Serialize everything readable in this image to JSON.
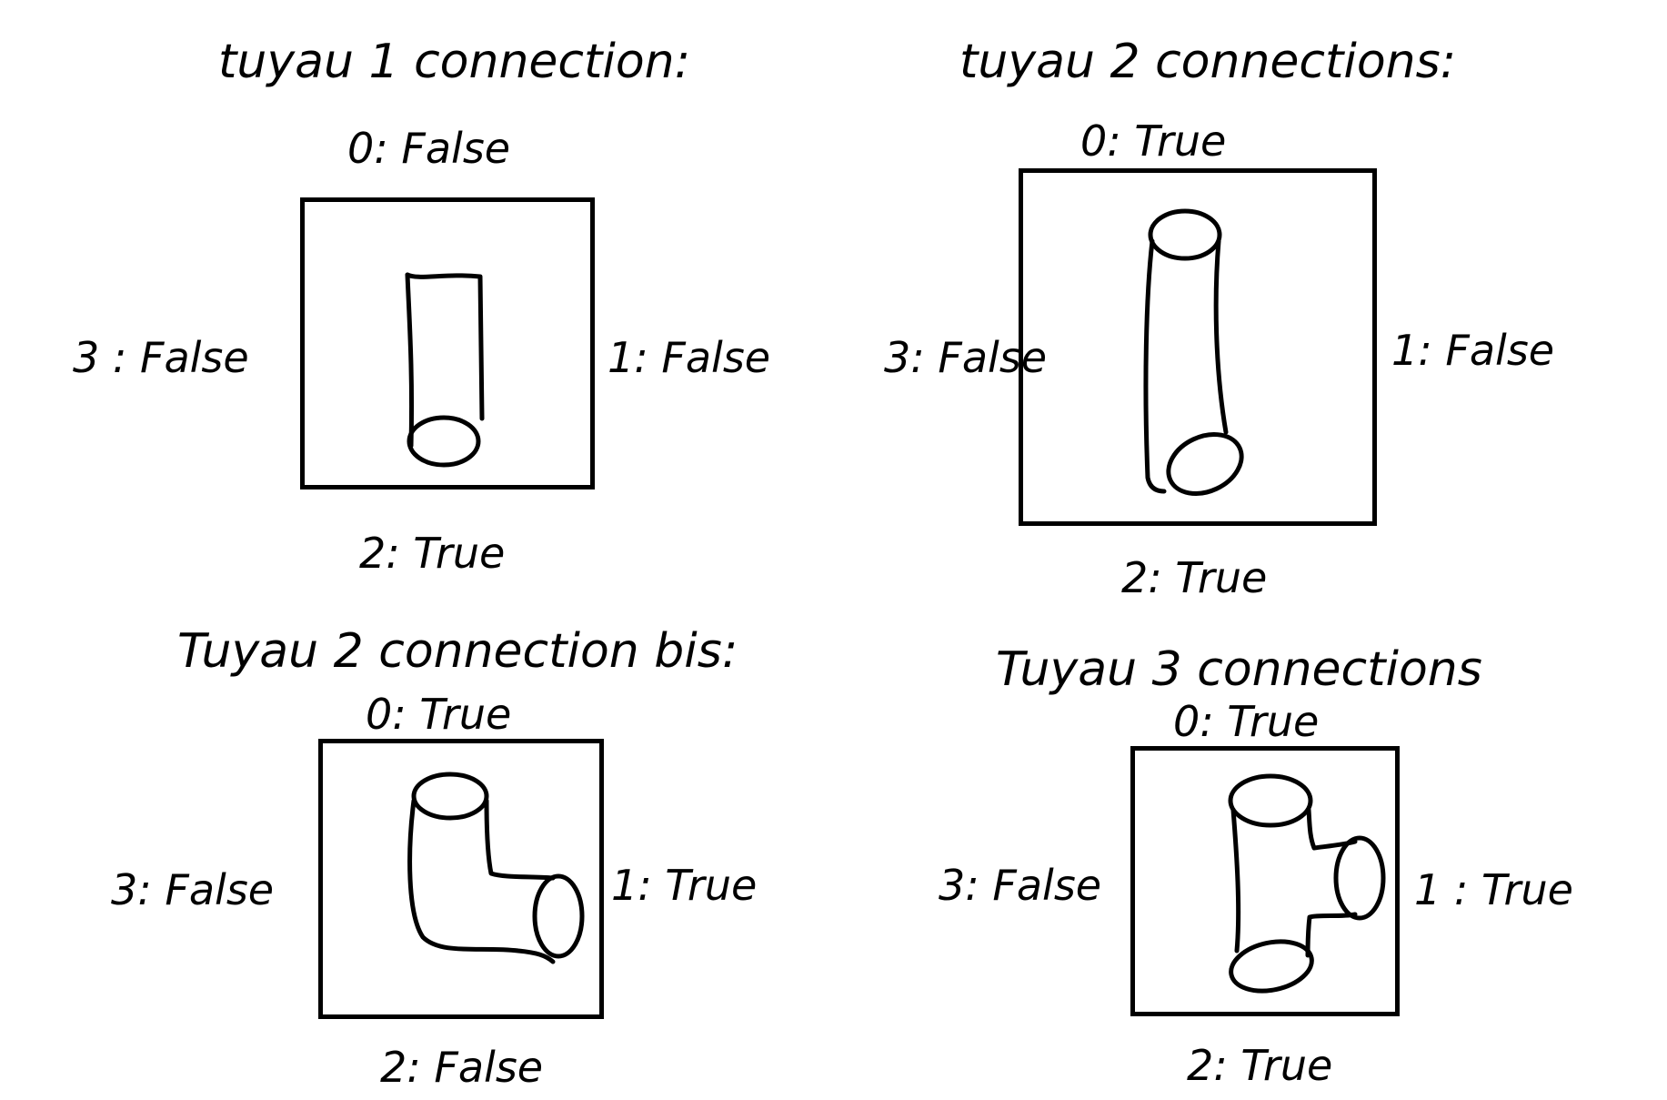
{
  "panels": [
    {
      "title": "tuyau 1 connection:",
      "top": "0: False",
      "right": "1: False",
      "bottom": "2: True",
      "left": "3 : False"
    },
    {
      "title": "tuyau 2 connections:",
      "top": "0: True",
      "right": "1: False",
      "bottom": "2: True",
      "left": "3: False"
    },
    {
      "title": "Tuyau 2 connection bis:",
      "top": "0: True",
      "right": "1: True",
      "bottom": "2: False",
      "left": "3: False"
    },
    {
      "title": "Tuyau 3 connections",
      "top": "0: True",
      "right": "1 : True",
      "bottom": "2: True",
      "left": "3: False"
    }
  ],
  "icons": [
    "straight-pipe-end-icon",
    "straight-pipe-icon",
    "elbow-pipe-icon",
    "tee-pipe-icon"
  ]
}
